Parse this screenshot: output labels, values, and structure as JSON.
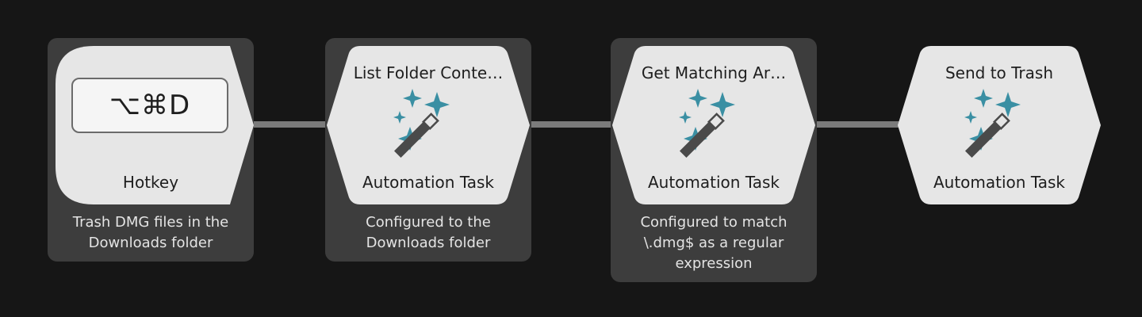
{
  "nodes": [
    {
      "kind": "Hotkey",
      "shortcut": "⌥⌘D",
      "caption_lines": [
        "Trash DMG files in the",
        "Downloads folder"
      ]
    },
    {
      "title": "List Folder Conte…",
      "kind": "Automation Task",
      "icon": "magic-wand-icon",
      "caption_lines": [
        "Configured to the",
        "Downloads folder"
      ]
    },
    {
      "title": "Get Matching Ar…",
      "kind": "Automation Task",
      "icon": "magic-wand-icon",
      "caption_lines": [
        "Configured to match",
        "\\.dmg$ as a regular",
        "expression"
      ]
    },
    {
      "title": "Send to Trash",
      "kind": "Automation Task",
      "icon": "magic-wand-icon"
    }
  ],
  "colors": {
    "background": "#161616",
    "card": "#3d3d3d",
    "node_fill": "#e6e6e6",
    "connector": "#7b7b7b",
    "sparkle": "#3a8fa3",
    "wand": "#4a4a4a"
  }
}
